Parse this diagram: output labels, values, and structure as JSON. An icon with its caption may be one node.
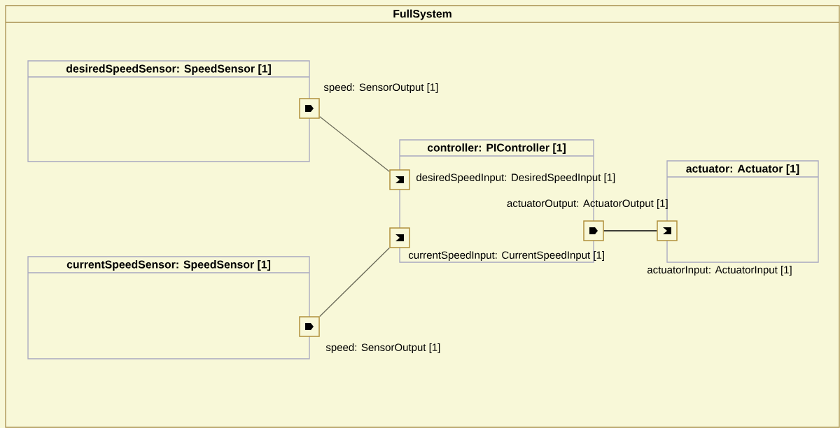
{
  "diagram": {
    "nodes": [
      {
        "text": [
          "FullSystem"
        ]
      },
      {
        "text": [
          "desiredSpeedSensor: SpeedSensor [1]"
        ],
        "in": 0
      },
      {
        "text": [
          "controller: PIController [1]"
        ],
        "in": 0
      },
      {
        "text": [
          "actuator: Actuator [1]"
        ],
        "in": 0
      },
      {
        "text": [
          "currentSpeedSensor: SpeedSensor [1]"
        ],
        "in": 0
      },
      {
        "text": [
          "speed: SensorOutput [1]"
        ],
        "in": 0
      },
      {
        "text": [
          "desiredSpeedInput: DesiredSpeedInput [1]"
        ],
        "in": 2
      },
      {
        "text": [
          "currentSpeedInput: CurrentSpeedInput [1]"
        ],
        "in": 2
      },
      {
        "text": [
          "actuatorOutput: ActuatorOutput [1]"
        ],
        "in": 2
      },
      {
        "text": [
          "actuatorInput: ActuatorInput [1]"
        ],
        "in": 0
      },
      {
        "text": [
          "speed: SensorOutput [1]"
        ],
        "in": 0
      }
    ],
    "edges": [
      {
        "from": 5,
        "to": 6,
        "arrow": "none"
      },
      {
        "from": 10,
        "to": 7,
        "arrow": "none"
      },
      {
        "from": 8,
        "to": 9,
        "arrow": "none",
        "color": "#000000"
      }
    ]
  }
}
